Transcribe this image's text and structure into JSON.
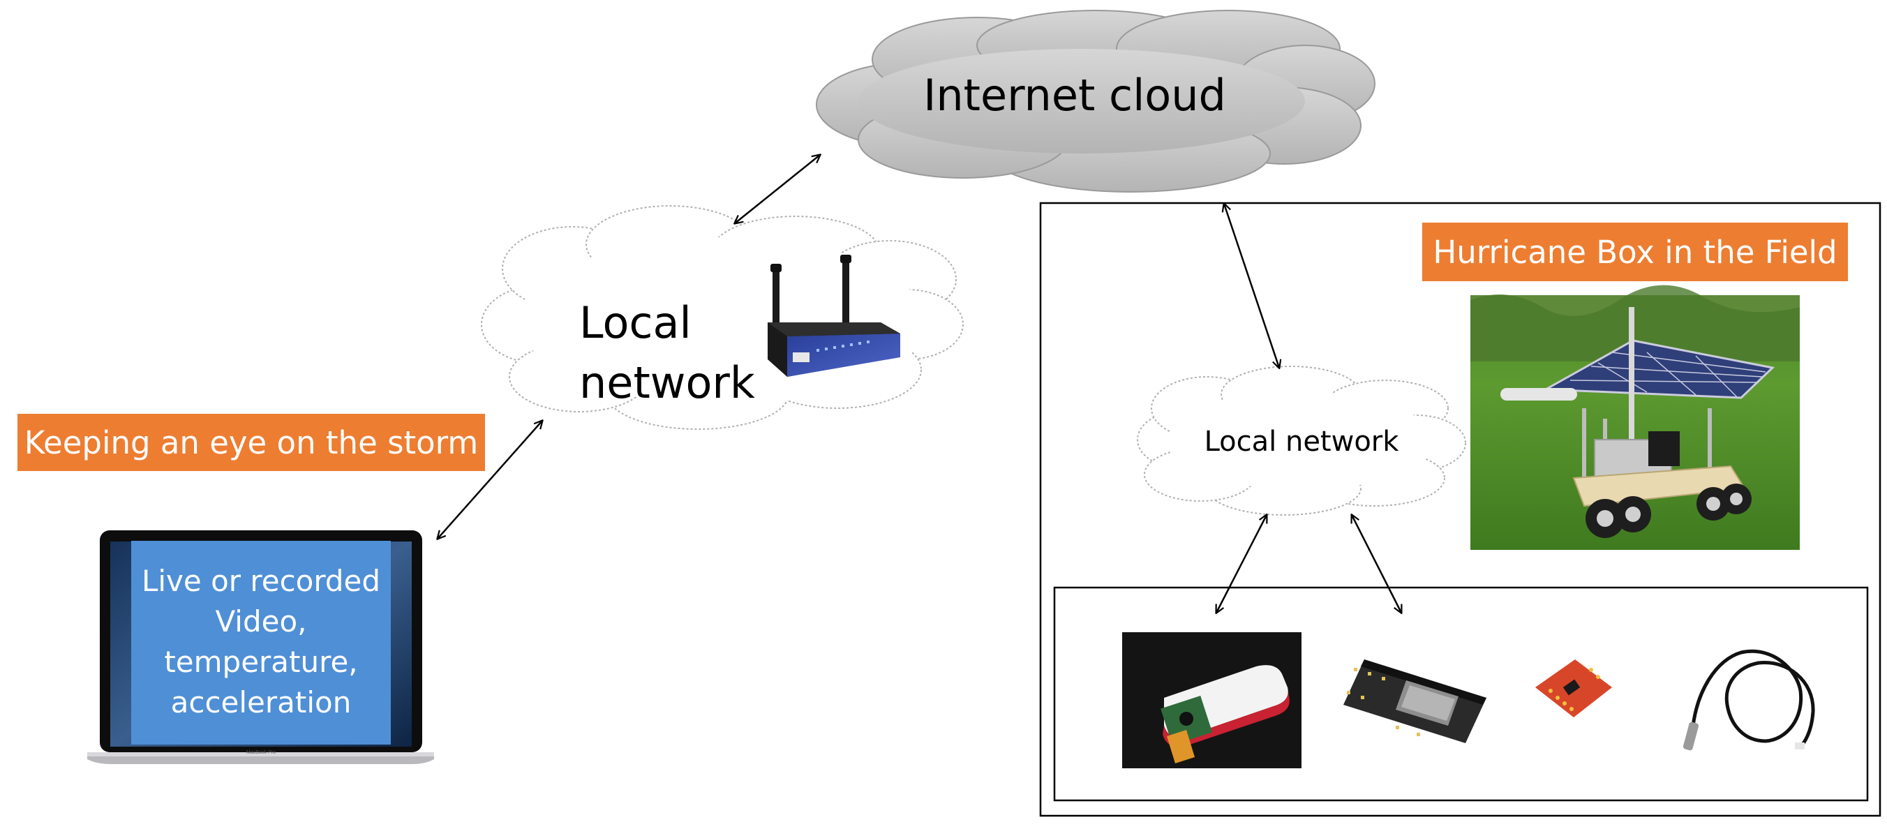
{
  "clouds": {
    "internet": {
      "label": "Internet cloud"
    },
    "home_network": {
      "label_line1": "Local",
      "label_line2": "network"
    },
    "field_network": {
      "label": "Local network"
    }
  },
  "labels": {
    "monitor": "Keeping an eye on the storm",
    "field": "Hurricane Box in the Field"
  },
  "laptop": {
    "screen_lines": [
      "Live or recorded",
      "Video,",
      "temperature,",
      "acceleration"
    ],
    "brand_text": "MacBook Pro"
  },
  "colors": {
    "accent_orange": "#ed7d31",
    "screen_blue": "#4f8fd6",
    "internet_cloud_gray": "#c8c8c8"
  },
  "icons": {
    "router": "wireless-router-icon",
    "cart": "solar-cart-photo",
    "camera": "camera-module-photo",
    "board": "microcontroller-board-photo",
    "sensor": "accelerometer-board-photo",
    "probe": "temperature-probe-photo"
  }
}
